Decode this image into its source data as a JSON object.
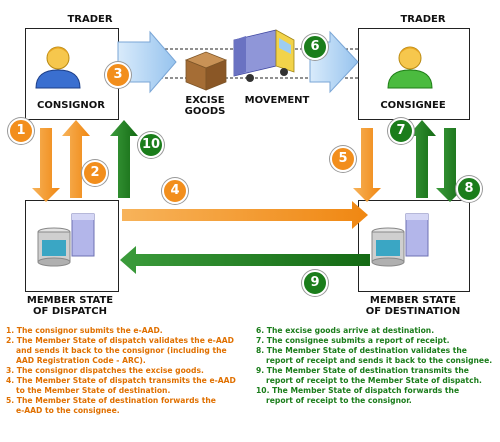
{
  "labels": {
    "trader_left": "TRADER",
    "trader_right": "TRADER",
    "consignor": "CONSIGNOR",
    "consignee": "CONSIGNEE",
    "excise_goods_1": "EXCISE",
    "excise_goods_2": "GOODS",
    "movement": "MOVEMENT",
    "ms_dispatch_1": "MEMBER STATE",
    "ms_dispatch_2": "OF DISPATCH",
    "ms_destination_1": "MEMBER STATE",
    "ms_destination_2": "OF DESTINATION"
  },
  "steps": {
    "s1": "1",
    "s2": "2",
    "s3": "3",
    "s4": "4",
    "s5": "5",
    "s6": "6",
    "s7": "7",
    "s8": "8",
    "s9": "9",
    "s10": "10"
  },
  "legend_left": [
    "1. The consignor submits the e-AAD.",
    "2. The Member State of dispatch validates the e-AAD",
    "and sends it back to the consignor (including the",
    "AAD Registration Code - ARC).",
    "3. The consignor dispatches the excise goods.",
    "4. The Member State of dispatch transmits the e-AAD",
    "to the Member State of destination.",
    "5. The Member State of destination forwards the",
    "e-AAD to the consignee."
  ],
  "legend_right": [
    "6. The excise goods arrive at destination.",
    "7. The consignee submits a report of receipt.",
    "8. The Member State of destination validates the",
    "report of receipt and sends it back to the consignee.",
    "9. The Member State of destination transmits the",
    "report of receipt to the Member State of dispatch.",
    "10. The Member State of dispatch forwards the",
    "report of receipt to the consignor."
  ],
  "colors": {
    "orange": "#f28e1c",
    "green": "#1b7d1b",
    "light_blue": "#a9cdf0"
  }
}
